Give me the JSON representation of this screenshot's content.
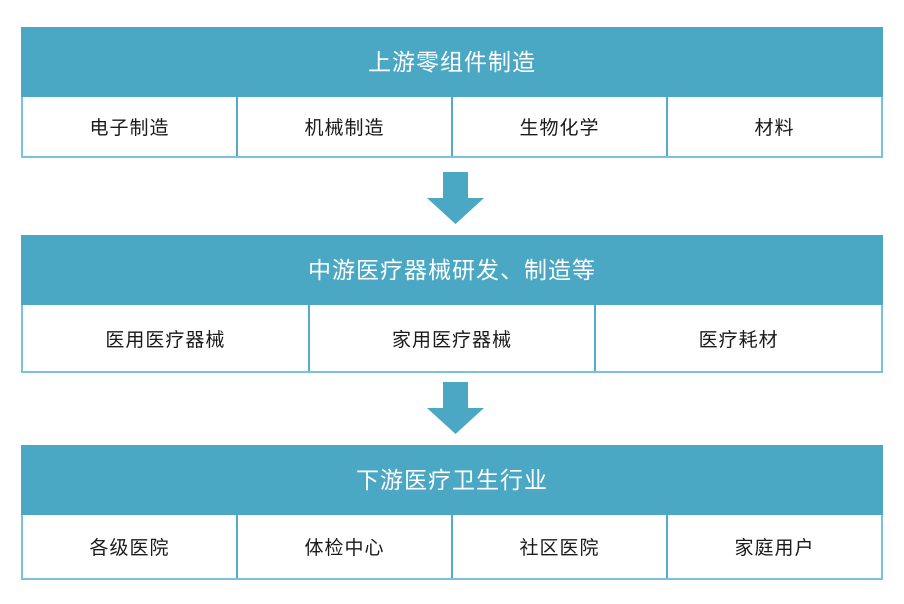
{
  "theme": {
    "band_color": "#4aa8c4",
    "border_color": "#79c2da",
    "divider_color": "#54adc8",
    "band_text_color": "#ffffff",
    "cell_text_color": "#1a1a1a",
    "arrow_color": "#4aa8c4",
    "background": "#ffffff"
  },
  "diagram": {
    "type": "flow",
    "orientation": "vertical-top-to-bottom",
    "tiers": [
      {
        "id": "upstream",
        "title": "上游零组件制造",
        "cells": [
          {
            "label": "电子制造"
          },
          {
            "label": "机械制造"
          },
          {
            "label": "生物化学"
          },
          {
            "label": "材料"
          }
        ]
      },
      {
        "id": "midstream",
        "title": "中游医疗器械研发、制造等",
        "cells": [
          {
            "label": "医用医疗器械"
          },
          {
            "label": "家用医疗器械"
          },
          {
            "label": "医疗耗材"
          }
        ]
      },
      {
        "id": "downstream",
        "title": "下游医疗卫生行业",
        "cells": [
          {
            "label": "各级医院"
          },
          {
            "label": "体检中心"
          },
          {
            "label": "社区医院"
          },
          {
            "label": "家庭用户"
          }
        ]
      }
    ],
    "connectors": [
      {
        "id": "arrow-1",
        "icon": "arrow-down-icon",
        "from": "upstream",
        "to": "midstream"
      },
      {
        "id": "arrow-2",
        "icon": "arrow-down-icon",
        "from": "midstream",
        "to": "downstream"
      }
    ]
  }
}
